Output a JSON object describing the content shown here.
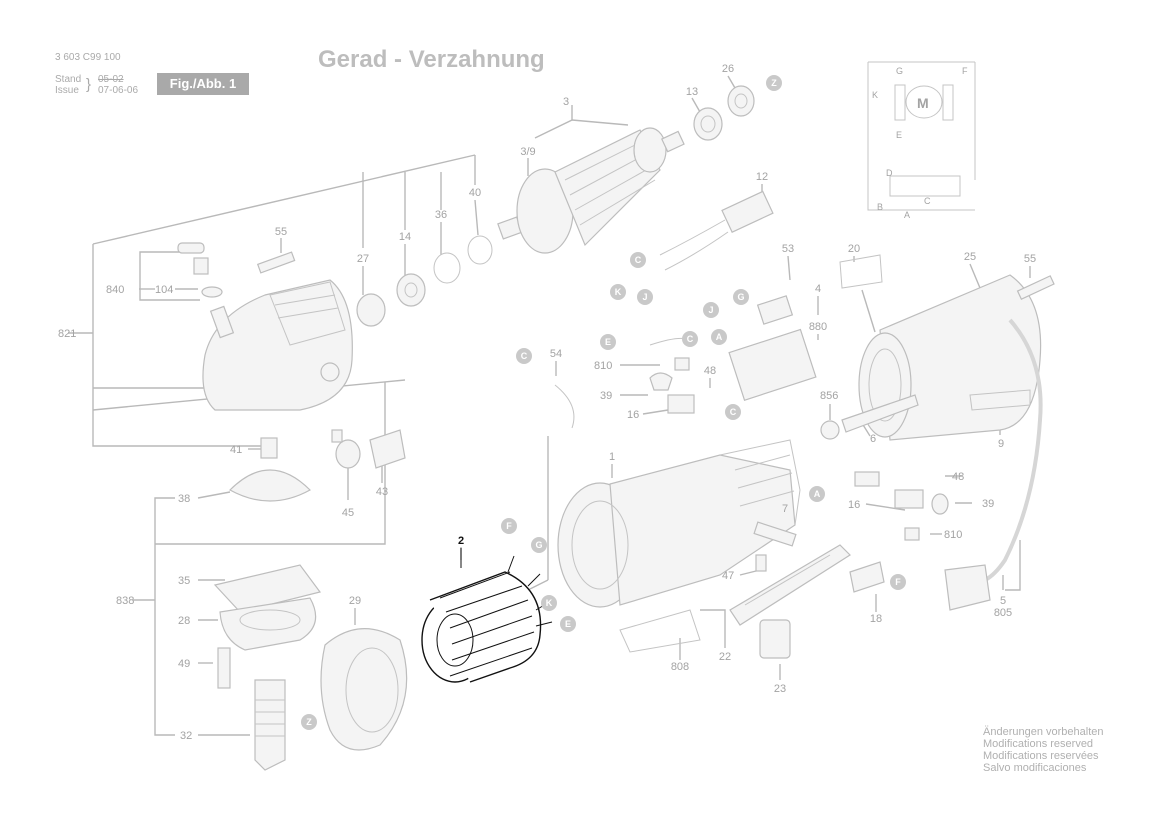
{
  "header": {
    "doc_number": "3 603 C99 100",
    "stand_label": "Stand",
    "issue_label": "Issue",
    "stand_date": "05-02",
    "issue_date": "07-06-06",
    "title": "Gerad - Verzahnung",
    "figure_badge": "Fig./Abb. 1"
  },
  "part_labels": [
    "3",
    "3/9",
    "13",
    "26",
    "12",
    "821",
    "840",
    "104",
    "55",
    "27",
    "14",
    "36",
    "40",
    "53",
    "20",
    "25",
    "4",
    "880",
    "810",
    "48",
    "54",
    "39",
    "16",
    "856",
    "6",
    "1",
    "9",
    "41",
    "45",
    "43",
    "38",
    "838",
    "35",
    "28",
    "49",
    "32",
    "29",
    "2",
    "7",
    "47",
    "18",
    "22",
    "23",
    "808",
    "5",
    "805"
  ],
  "highlighted_part": "2",
  "connection_markers": [
    "Z",
    "C",
    "K",
    "J",
    "G",
    "E",
    "A",
    "F"
  ],
  "schematic": {
    "motor_label": "M",
    "terminals": [
      "G",
      "F",
      "K",
      "E",
      "D",
      "C",
      "B",
      "A"
    ]
  },
  "footer_notes": [
    "Änderungen vorbehalten",
    "Modifications reserved",
    "Modifications reservées",
    "Salvo modificaciones"
  ]
}
